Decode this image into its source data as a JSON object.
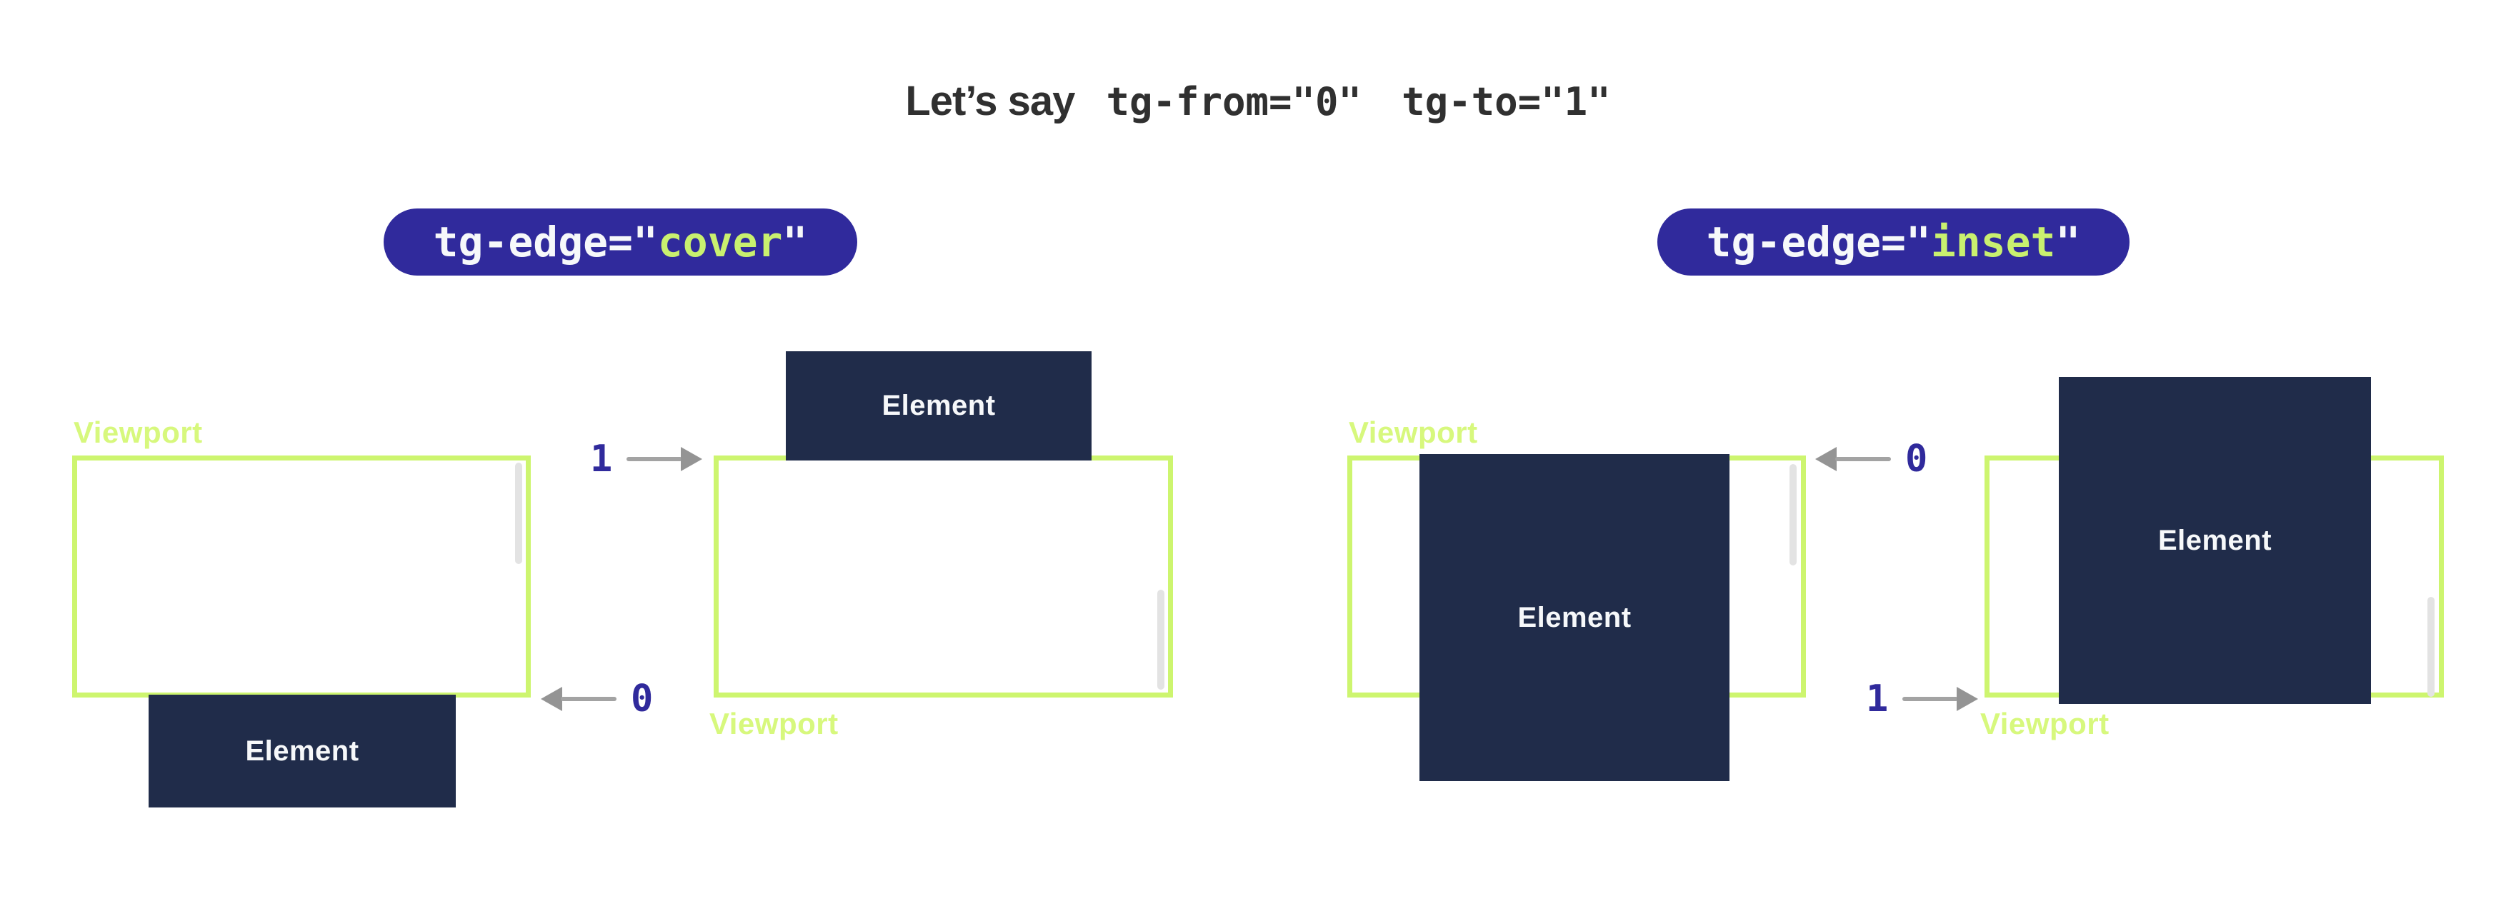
{
  "title": {
    "lets_say": "Let’s say",
    "code_from": "tg-from=\"0\"",
    "code_to": "tg-to=\"1\""
  },
  "badges": [
    {
      "pre": "tg-edge=\"",
      "value": "cover",
      "post": "\""
    },
    {
      "pre": "tg-edge=\"",
      "value": "inset",
      "post": "\""
    }
  ],
  "diagrams": [
    {
      "name": "cover-progress-0",
      "viewport_label": "Viewport",
      "element_label": "Element",
      "element_position": "below-viewport-top-aligned-to-bottom-edge"
    },
    {
      "name": "cover-progress-1",
      "viewport_label": "Viewport",
      "element_label": "Element",
      "element_position": "above-viewport-bottom-aligned-to-top-edge"
    },
    {
      "name": "inset-progress-0",
      "viewport_label": "Viewport",
      "element_label": "Element",
      "element_position": "top-aligned-to-viewport-top-edge"
    },
    {
      "name": "inset-progress-1",
      "viewport_label": "Viewport",
      "element_label": "Element",
      "element_position": "bottom-aligned-to-viewport-bottom-edge"
    }
  ],
  "markers": [
    {
      "value": "1",
      "direction": "right"
    },
    {
      "value": "0",
      "direction": "left"
    },
    {
      "value": "0",
      "direction": "left"
    },
    {
      "value": "1",
      "direction": "right"
    }
  ],
  "colors": {
    "background": "#ffffff",
    "accent_green": "#cdf56f",
    "label_green": "#d7f87d",
    "navy": "#202c4a",
    "indigo": "#302a9c",
    "code_green": "#c9f06f",
    "arrow_gray": "#a3a3a3",
    "arrow_head": "#949494",
    "scrollbar_gray": "#e3e3e3",
    "title_text": "#303030",
    "white": "#f6f8fa"
  }
}
